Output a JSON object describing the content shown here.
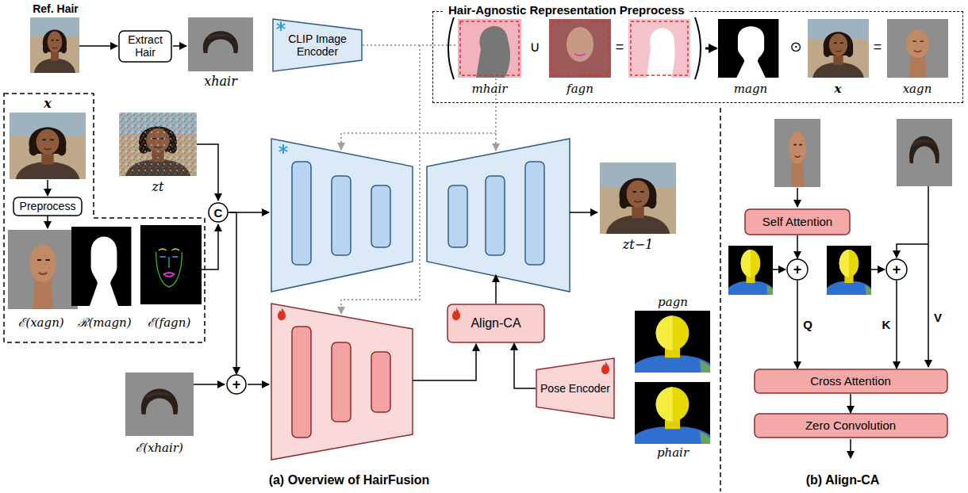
{
  "diagram": {
    "nodes": [
      {
        "text": [
          "Extract Hair"
        ]
      },
      {
        "text": [
          "CLIP Image Encoder"
        ]
      },
      {
        "text": [
          "Preprocess"
        ]
      },
      {
        "text": [
          "C"
        ]
      },
      {
        "text": [
          "+"
        ]
      },
      {
        "text": [
          "Align-CA"
        ]
      },
      {
        "text": [
          "Pose Encoder"
        ]
      },
      {
        "text": [
          "Hair-Agnostic Representation Preprocess"
        ]
      },
      {
        "text": [
          "Self Attention"
        ]
      },
      {
        "text": [
          "+"
        ]
      },
      {
        "text": [
          "+"
        ]
      },
      {
        "text": [
          "Cross Attention"
        ]
      },
      {
        "text": [
          "Zero Convolution"
        ]
      }
    ],
    "edges": [
      {
        "from": 3,
        "to": 4,
        "arrow": "to"
      },
      {
        "from": 6,
        "to": 5,
        "arrow": "to"
      },
      {
        "from": 8,
        "to": 9,
        "arrow": "to"
      },
      {
        "from": 9,
        "to": 11,
        "label": "Q",
        "arrow": "to"
      },
      {
        "from": 10,
        "to": 11,
        "label": "K",
        "arrow": "to"
      },
      {
        "from": 11,
        "to": 12,
        "arrow": "to"
      }
    ],
    "labels": [
      "Ref. Hair",
      "xhair",
      "x",
      "zt",
      "ℰ(xagn)",
      "ℛ(magn)",
      "ℰ(fagn)",
      "ℰ(xhair)",
      "zt−1",
      "pagn",
      "phair",
      "(a) Overview of HairFusion",
      "mhair",
      "∪",
      "fagn",
      "=",
      "magn",
      "⊙",
      "x",
      "=",
      "xagn",
      "V",
      "(b) Align-CA"
    ]
  }
}
